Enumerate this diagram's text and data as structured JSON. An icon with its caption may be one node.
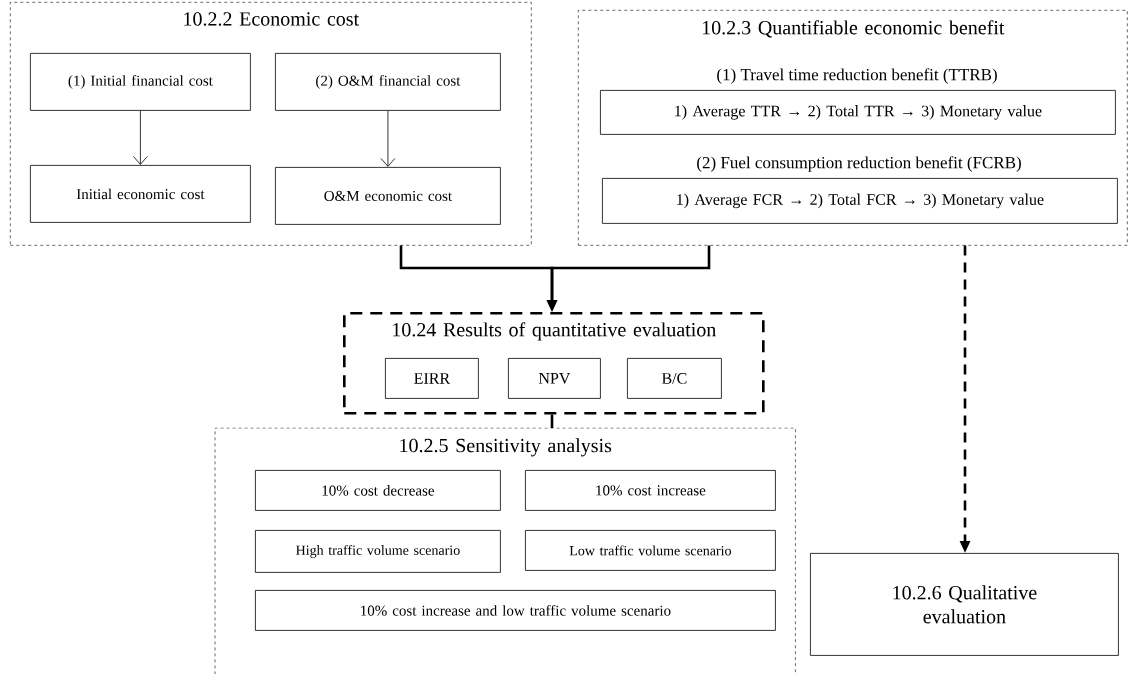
{
  "diagram": {
    "nodes": [
      {
        "text": [
          "10.2.2 Economic cost"
        ]
      },
      {
        "text": [
          "(1) Initial financial cost"
        ],
        "in": 0
      },
      {
        "text": [
          "(2) O&M financial cost"
        ],
        "in": 0
      },
      {
        "text": [
          "Initial economic cost"
        ],
        "in": 0
      },
      {
        "text": [
          "O&M economic cost"
        ],
        "in": 0
      },
      {
        "text": [
          "10.2.3 Quantifiable economic benefit"
        ]
      },
      {
        "text": [
          "(1) Travel time reduction benefit (TTRB)",
          "1) Average TTR → 2) Total TTR → 3) Monetary value"
        ],
        "in": 5
      },
      {
        "text": [
          "(2) Fuel consumption reduction benefit (FCRB)",
          "1) Average FCR → 2) Total FCR → 3) Monetary value"
        ],
        "in": 5
      },
      {
        "text": [
          "10.24 Results of quantitative evaluation"
        ]
      },
      {
        "text": [
          "EIRR"
        ],
        "in": 8
      },
      {
        "text": [
          "NPV"
        ],
        "in": 8
      },
      {
        "text": [
          "B/C"
        ],
        "in": 8
      },
      {
        "text": [
          "10.2.5 Sensitivity analysis"
        ]
      },
      {
        "text": [
          "10% cost decrease"
        ],
        "in": 12
      },
      {
        "text": [
          "10% cost increase"
        ],
        "in": 12
      },
      {
        "text": [
          "High traffic volume scenario"
        ],
        "in": 12
      },
      {
        "text": [
          "Low traffic volume scenario"
        ],
        "in": 12
      },
      {
        "text": [
          "10% cost increase and low traffic volume scenario"
        ],
        "in": 12
      },
      {
        "text": [
          "10.2.6 Qualitative evaluation"
        ]
      }
    ],
    "edges": [
      {
        "from": 1,
        "to": 3,
        "arrow": "to"
      },
      {
        "from": 2,
        "to": 4,
        "arrow": "to"
      },
      {
        "from": 0,
        "to": 8,
        "arrow": "to"
      },
      {
        "from": 5,
        "to": 8,
        "arrow": "to"
      },
      {
        "from": 8,
        "to": 12,
        "arrow": "none"
      },
      {
        "from": 5,
        "to": 18,
        "arrow": "to",
        "style": "dashed"
      }
    ]
  }
}
